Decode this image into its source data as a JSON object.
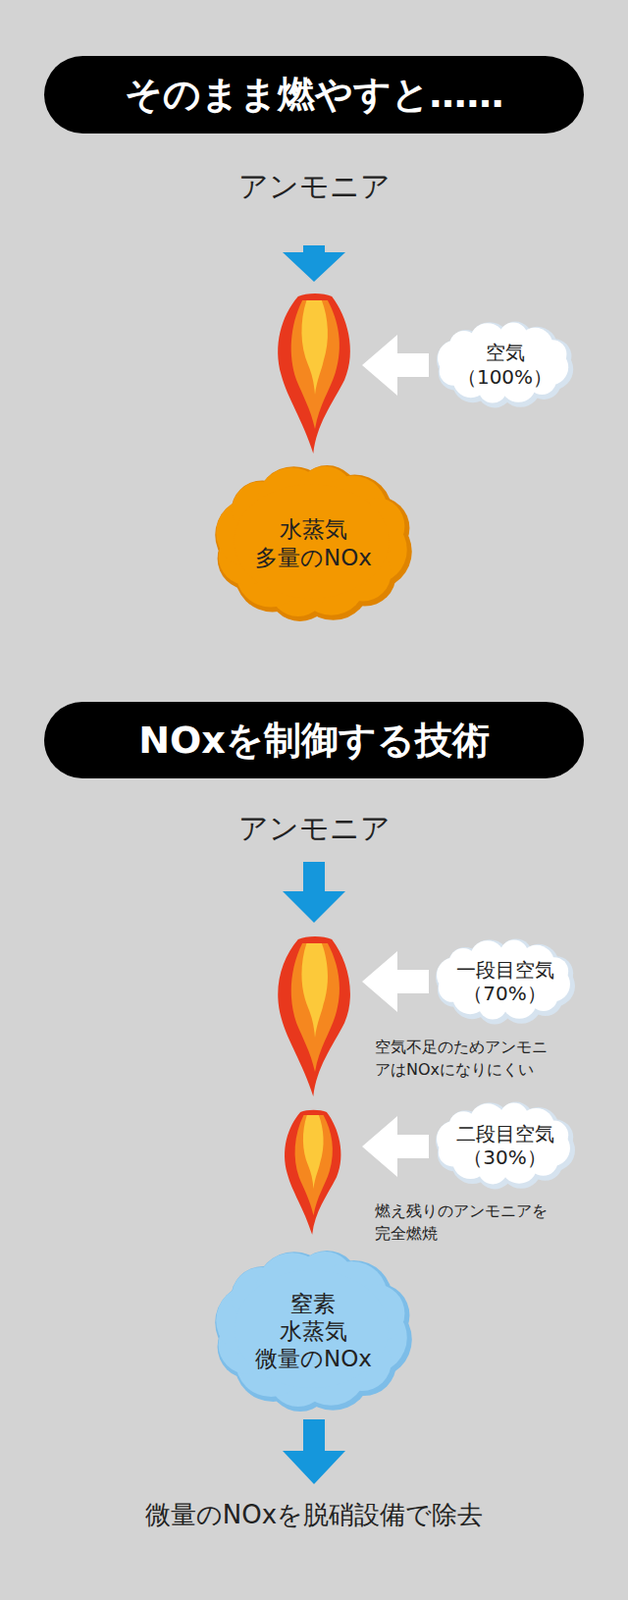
{
  "diagram": {
    "nodes": [
      {
        "text": [
          "そのまま燃やすと……"
        ]
      },
      {
        "text": [
          "空気",
          "（100%）"
        ]
      },
      {
        "text": [
          "水蒸気",
          "多量のNOx"
        ]
      },
      {
        "text": [
          "NOxを制御する技術"
        ]
      },
      {
        "text": [
          "一段目空気",
          "（70%）"
        ]
      },
      {
        "text": [
          "二段目空気",
          "（30%）"
        ]
      },
      {
        "text": [
          "窒素",
          "水蒸気",
          "微量のNOx"
        ]
      }
    ],
    "labels": [
      "アンモニア",
      "アンモニア",
      "空気不足のためアンモニアはNOxになりにくい",
      "燃え残りのアンモニアを完全燃焼",
      "微量のNOxを脱硝設備で除去"
    ]
  }
}
